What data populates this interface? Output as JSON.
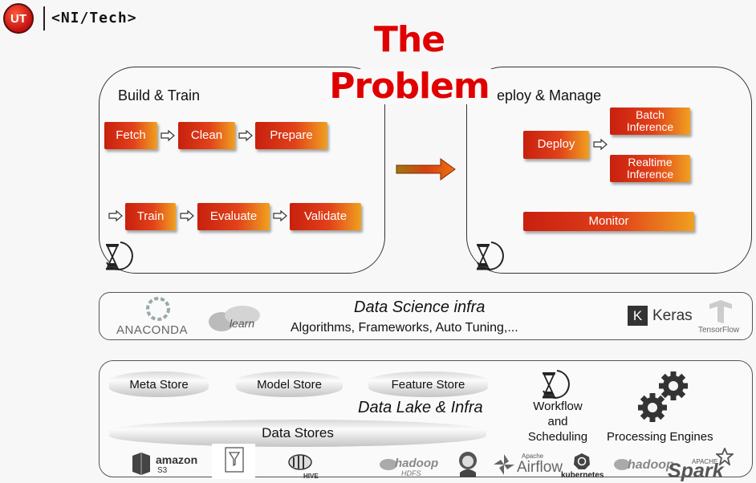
{
  "header": {
    "logo_text": "UT",
    "brand": "<NI/Tech>"
  },
  "title": {
    "line1": "The",
    "line2": "Problem"
  },
  "build_train": {
    "heading": "Build & Train",
    "row1": [
      "Fetch",
      "Clean",
      "Prepare"
    ],
    "row2": [
      "Train",
      "Evaluate",
      "Validate"
    ]
  },
  "deploy_manage": {
    "heading": "Deploy & Manage",
    "deploy": "Deploy",
    "batch_inference": "Batch Inference",
    "realtime_inference": "Realtime Inference",
    "monitor": "Monitor"
  },
  "ds_infra": {
    "title": "Data Science infra",
    "subtitle": "Algorithms, Frameworks, Auto Tuning,...",
    "logos": {
      "anaconda": "ANACONDA",
      "sklearn": "learn",
      "keras_badge": "K",
      "keras": "Keras",
      "tensorflow": "TensorFlow"
    }
  },
  "data_lake": {
    "title": "Data Lake & Infra",
    "stores": [
      "Meta Store",
      "Model Store",
      "Feature Store"
    ],
    "data_stores": "Data Stores",
    "workflow": "Workflow and Scheduling",
    "processing": "Processing Engines",
    "logos": {
      "amazon": "amazon",
      "s3": "S3",
      "hive": "HIVE",
      "hadoop_hdfs": "hadoop",
      "hdfs": "HDFS",
      "airflow_apache": "Apache",
      "airflow": "Airflow",
      "kubernetes": "kubernetes",
      "hadoop2": "hadoop",
      "spark_apache": "APACHE",
      "spark": "Spark"
    }
  },
  "colors": {
    "accent_red": "#e10000",
    "button_start": "#c8200e",
    "button_end": "#f0a020"
  }
}
